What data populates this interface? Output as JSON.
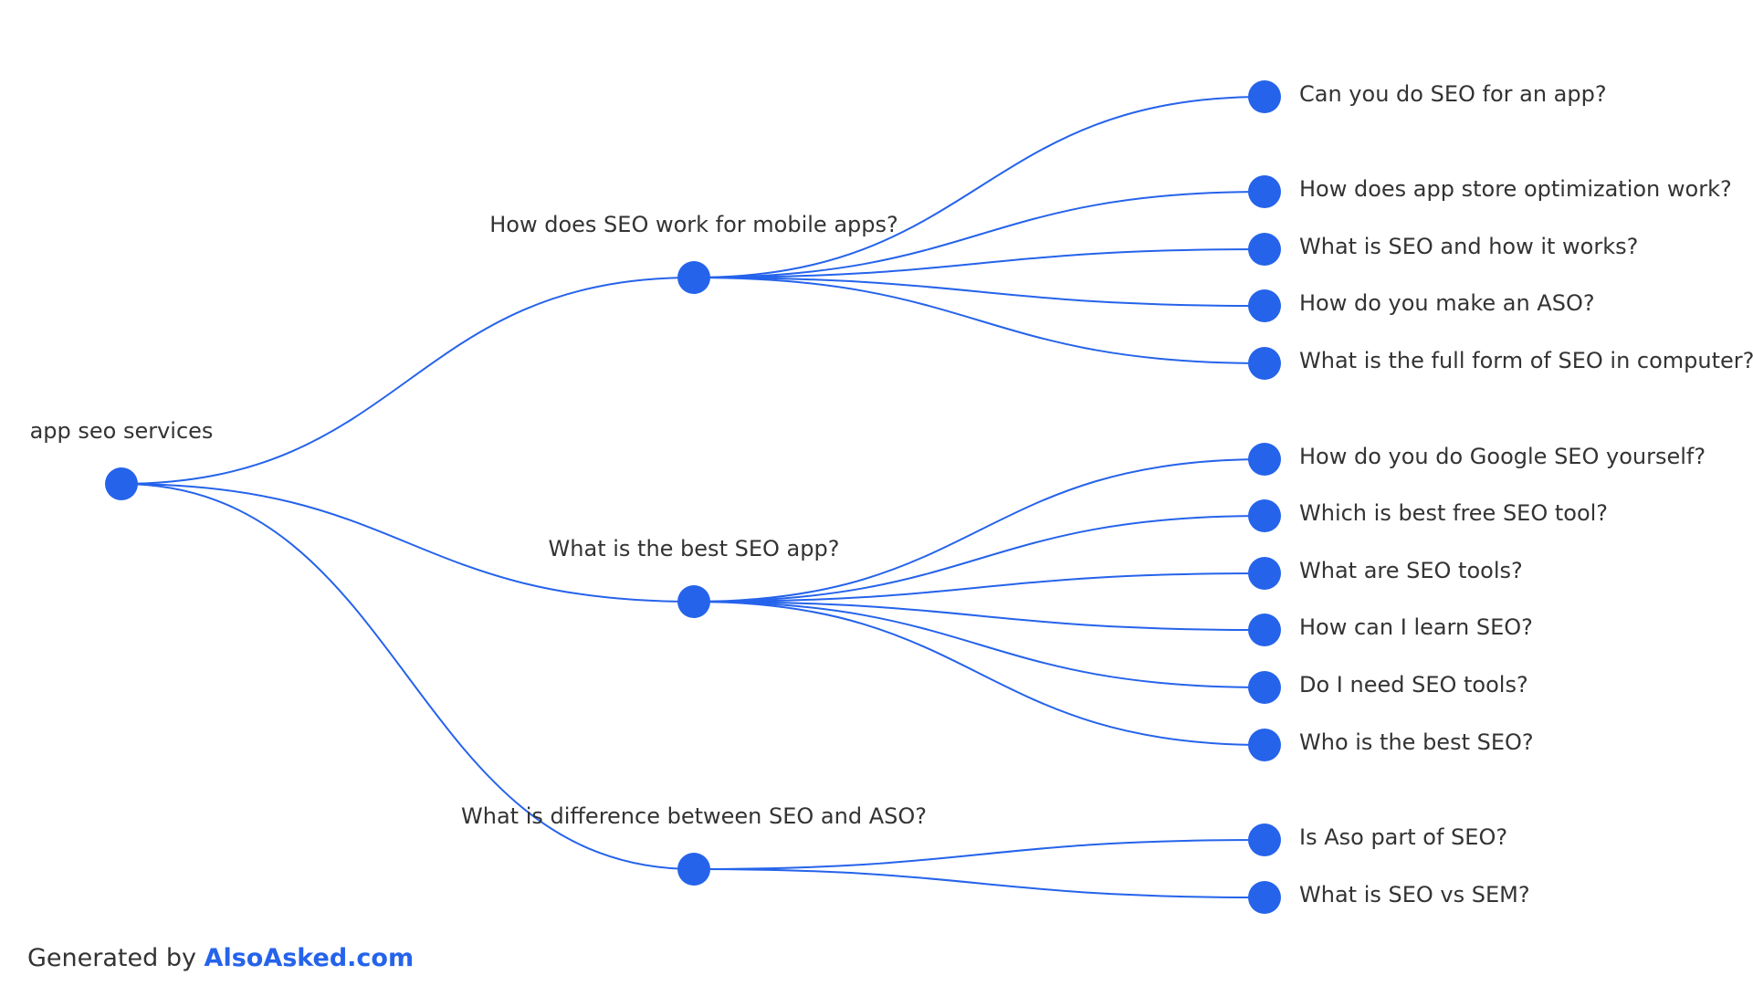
{
  "root": {
    "label": "app seo services",
    "children": [
      {
        "label": "How does SEO work for mobile apps?",
        "children": [
          "Can you do SEO for an app?",
          "How does app store optimization work?",
          "What is SEO and how it works?",
          "How do you make an ASO?",
          "What is the full form of SEO in computer?"
        ]
      },
      {
        "label": "What is the best SEO app?",
        "children": [
          "How do you do Google SEO yourself?",
          "Which is best free SEO tool?",
          "What are SEO tools?",
          "How can I learn SEO?",
          "Do I need SEO tools?",
          "Who is the best SEO?"
        ]
      },
      {
        "label": "What is difference between SEO and ASO?",
        "children": [
          "Is Aso part of SEO?",
          "What is SEO vs SEM?"
        ]
      }
    ]
  },
  "footer": {
    "prefix": "Generated by",
    "brand": "AlsoAsked.com"
  },
  "colors": {
    "accent": "#2563eb",
    "text": "#333333",
    "background": "#ffffff"
  }
}
